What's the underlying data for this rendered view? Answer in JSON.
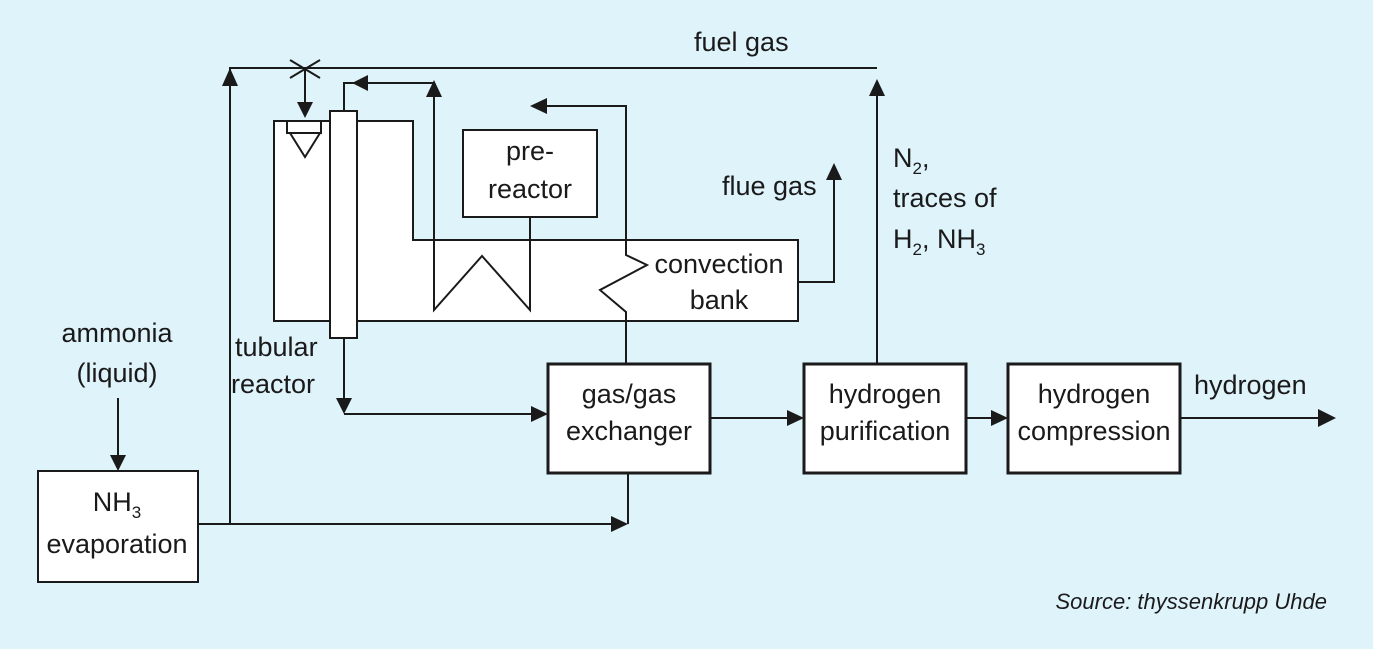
{
  "labels": {
    "fuel_gas": "fuel gas",
    "flue_gas": "flue gas",
    "n2": "N",
    "n2_sub": "2",
    "n2_comma": ",",
    "traces_of": "traces of",
    "h2_nh3_h": "H",
    "h2_nh3_sub1": "2",
    "h2_nh3_mid": ", NH",
    "h2_nh3_sub2": "3",
    "ammonia_line1": "ammonia",
    "ammonia_line2": "(liquid)",
    "tubular_line1": "tubular",
    "tubular_line2": "reactor",
    "hydrogen_out": "hydrogen"
  },
  "boxes": {
    "pre_reactor": {
      "line1": "pre-",
      "line2": "reactor"
    },
    "convection_bank": {
      "line1": "convection",
      "line2": "bank"
    },
    "gas_exchanger": {
      "line1": "gas/gas",
      "line2": "exchanger"
    },
    "hydrogen_purification": {
      "line1": "hydrogen",
      "line2": "purification"
    },
    "hydrogen_compression": {
      "line1": "hydrogen",
      "line2": "compression"
    },
    "nh3_evaporation": {
      "line1_main": "NH",
      "line1_sub": "3",
      "line2": "evaporation"
    }
  },
  "source": "Source: thyssenkrupp Uhde"
}
